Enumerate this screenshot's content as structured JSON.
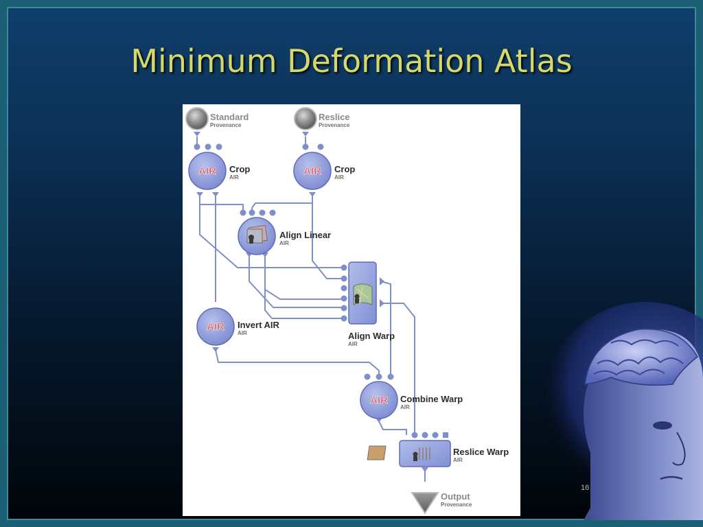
{
  "slide": {
    "title": "Minimum Deformation Atlas",
    "page_number": "16"
  },
  "nodes": {
    "standard": {
      "name": "Standard",
      "sub": "Provenance"
    },
    "reslice_prov": {
      "name": "Reslice",
      "sub": "Provenance"
    },
    "crop1": {
      "badge": "AIR",
      "name": "Crop",
      "sub": "AIR"
    },
    "crop2": {
      "badge": "AIR",
      "name": "Crop",
      "sub": "AIR"
    },
    "align_linear": {
      "name": "Align Linear",
      "sub": "AIR"
    },
    "align_warp": {
      "name": "Align Warp",
      "sub": "AIR"
    },
    "invert_air": {
      "badge": "AIR",
      "name": "Invert AIR",
      "sub": "AIR"
    },
    "combine_warp": {
      "badge": "AIR",
      "name": "Combine Warp",
      "sub": "AIR"
    },
    "reslice_warp": {
      "name": "Reslice Warp",
      "sub": "AIR"
    },
    "output": {
      "name": "Output",
      "sub": "Provenance"
    }
  },
  "colors": {
    "node_fill": "#8e9bd9",
    "node_stroke": "#5d6cb5",
    "edge": "#7f8fc9",
    "badge_text": "#d94a4a",
    "title": "#d6d86a"
  },
  "icons": {
    "provenance": "grey-sphere-icon",
    "align_linear": "stacked-slices-icon",
    "align_warp": "warped-map-icon",
    "reslice_warp": "reslice-grid-icon",
    "output": "down-triangle-icon",
    "decorative": "brain-head-illustration"
  }
}
